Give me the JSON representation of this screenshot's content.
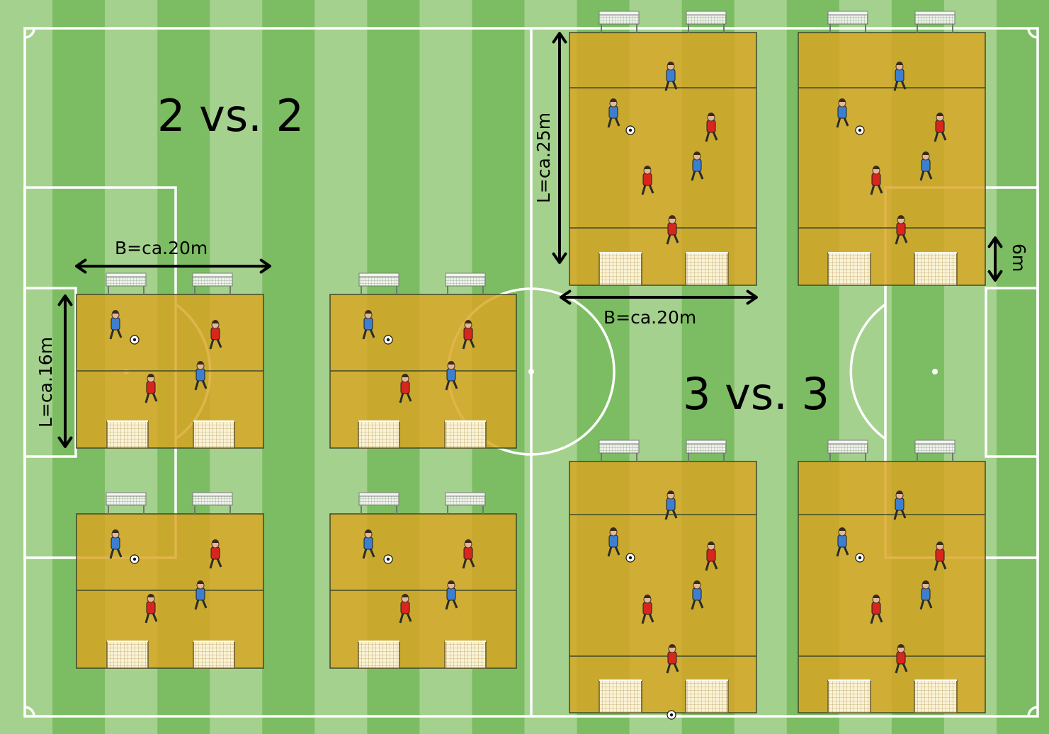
{
  "labels": {
    "small_sided_2v2": "2 vs. 2",
    "small_sided_3v3": "3 vs. 3",
    "width_2v2": "B=ca.20m",
    "length_2v2": "L=ca.16m",
    "width_3v3": "B=ca.20m",
    "length_3v3": "L=ca.25m",
    "end_zone_depth": "6m"
  },
  "colors": {
    "grass_light": "#a5d18e",
    "grass_dark": "#7cbd63",
    "field_lines": "#ffffff",
    "zone_fill": "#d9a521",
    "team_red": "#d8261f",
    "team_blue": "#3c7fd0",
    "arrows": "#000000"
  },
  "pitch": {
    "stripes": 20,
    "small_fields_2v2": 4,
    "small_fields_3v3": 4
  }
}
